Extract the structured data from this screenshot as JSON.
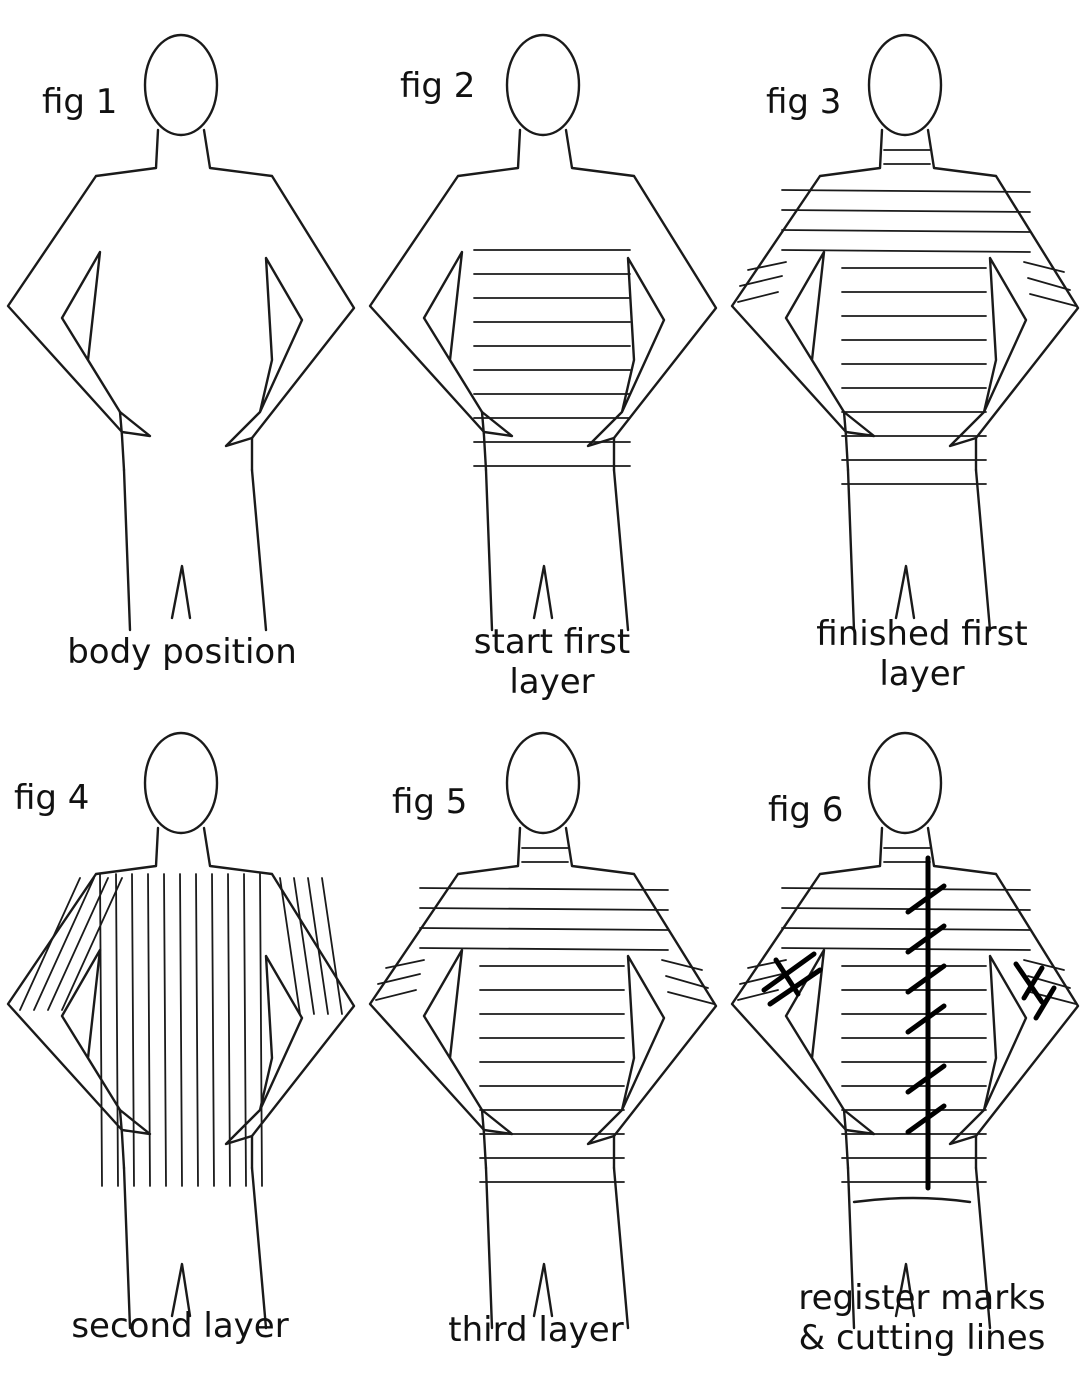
{
  "panels": [
    {
      "fig": "fig 1",
      "caption": [
        "body position"
      ],
      "layer": "none"
    },
    {
      "fig": "fig 2",
      "caption": [
        "start first",
        "layer"
      ],
      "layer": "start"
    },
    {
      "fig": "fig 3",
      "caption": [
        "finished first",
        "layer"
      ],
      "layer": "first"
    },
    {
      "fig": "fig 4",
      "caption": [
        "second layer"
      ],
      "layer": "second"
    },
    {
      "fig": "fig 5",
      "caption": [
        "third layer"
      ],
      "layer": "third"
    },
    {
      "fig": "fig 6",
      "caption": [
        "register marks",
        "& cutting lines"
      ],
      "layer": "marks"
    }
  ],
  "colors": {
    "ink": "#1a1a1a",
    "background": "#ffffff"
  }
}
